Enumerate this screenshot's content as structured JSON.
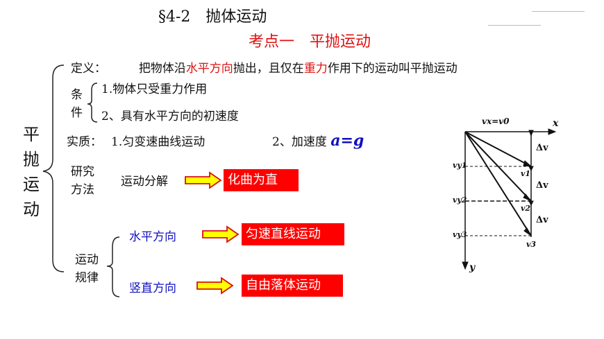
{
  "header": {
    "title": "§4-2　抛体运动",
    "subtitle": "考点一　平抛运动"
  },
  "main_topic": [
    "平",
    "抛",
    "运",
    "动"
  ],
  "definition": {
    "label": "定义：",
    "text_before": "把物体沿",
    "highlight1": "水平方向",
    "text_middle": "抛出，且仅在",
    "highlight2": "重力",
    "text_after": "作用下的运动叫平抛运动"
  },
  "conditions": {
    "label_top": "条",
    "label_bottom": "件",
    "item1": "1.物体只受重力作用",
    "item2": "2、具有水平方向的初速度"
  },
  "essence": {
    "label": "实质：",
    "item1": "1.匀变速曲线运动",
    "item2_prefix": "2、加速度",
    "item2_formula": "a=g"
  },
  "method": {
    "label_top": "研究",
    "label_bottom": "方法",
    "text": "运动分解",
    "result": "化曲为直"
  },
  "laws": {
    "label_top": "运动",
    "label_bottom": "规律",
    "horizontal": "水平方向",
    "horizontal_result": "匀速直线运动",
    "vertical": "竖直方向",
    "vertical_result": "自由落体运动"
  },
  "figure": {
    "top_label": "vx=v0",
    "x_axis": "x",
    "y_axis": "y",
    "delta_v": "Δv",
    "vy_labels": [
      "vy1",
      "vy2",
      "vy3"
    ],
    "v_labels": [
      "v1",
      "v2",
      "v3"
    ]
  },
  "colors": {
    "highlight_red": "#e01010",
    "box_red": "#ff0000",
    "blue": "#1010c0",
    "arrow_fill": "#ffff00",
    "arrow_stroke": "#d81010"
  }
}
